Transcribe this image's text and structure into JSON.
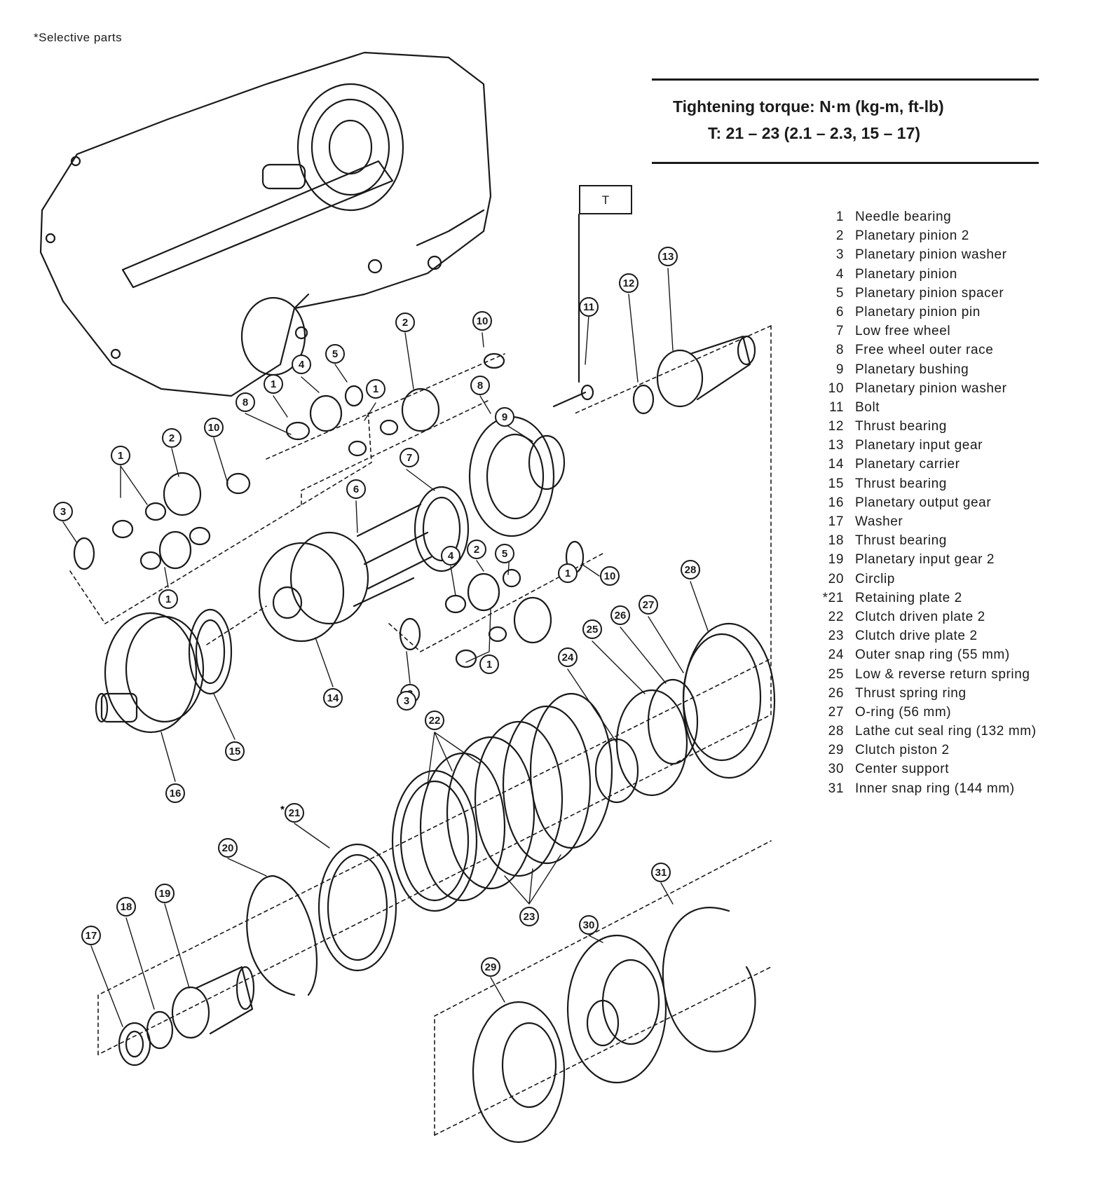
{
  "header": {
    "selective_note": "*Selective parts"
  },
  "torque_box": {
    "line1": "Tightening  torque:  N·m (kg-m, ft-lb)",
    "line2": "T:   21 – 23 (2.1 – 2.3, 15 – 17)"
  },
  "t_label": "T",
  "legend": [
    {
      "num": "1",
      "name": "Needle bearing"
    },
    {
      "num": "2",
      "name": "Planetary pinion 2"
    },
    {
      "num": "3",
      "name": "Planetary pinion washer"
    },
    {
      "num": "4",
      "name": "Planetary pinion"
    },
    {
      "num": "5",
      "name": "Planetary pinion spacer"
    },
    {
      "num": "6",
      "name": "Planetary pinion pin"
    },
    {
      "num": "7",
      "name": "Low free wheel"
    },
    {
      "num": "8",
      "name": "Free wheel outer race"
    },
    {
      "num": "9",
      "name": "Planetary bushing"
    },
    {
      "num": "10",
      "name": "Planetary pinion washer"
    },
    {
      "num": "11",
      "name": "Bolt"
    },
    {
      "num": "12",
      "name": "Thrust bearing"
    },
    {
      "num": "13",
      "name": "Planetary input gear"
    },
    {
      "num": "14",
      "name": "Planetary carrier"
    },
    {
      "num": "15",
      "name": "Thrust bearing"
    },
    {
      "num": "16",
      "name": "Planetary output gear"
    },
    {
      "num": "17",
      "name": "Washer"
    },
    {
      "num": "18",
      "name": "Thrust bearing"
    },
    {
      "num": "19",
      "name": "Planetary input gear 2"
    },
    {
      "num": "20",
      "name": "Circlip"
    },
    {
      "num": "*21",
      "name": "Retaining plate 2"
    },
    {
      "num": "22",
      "name": "Clutch driven plate 2"
    },
    {
      "num": "23",
      "name": "Clutch drive plate 2"
    },
    {
      "num": "24",
      "name": "Outer snap ring (55 mm)"
    },
    {
      "num": "25",
      "name": "Low & reverse return spring"
    },
    {
      "num": "26",
      "name": "Thrust spring ring"
    },
    {
      "num": "27",
      "name": "O-ring (56 mm)"
    },
    {
      "num": "28",
      "name": "Lathe cut seal ring (132 mm)"
    },
    {
      "num": "29",
      "name": "Clutch piston 2"
    },
    {
      "num": "30",
      "name": "Center support"
    },
    {
      "num": "31",
      "name": "Inner snap ring (144 mm)"
    }
  ],
  "callouts": [
    "1",
    "1",
    "1",
    "1",
    "1",
    "1",
    "2",
    "2",
    "2",
    "3",
    "3",
    "3",
    "4",
    "4",
    "5",
    "5",
    "6",
    "7",
    "8",
    "8",
    "9",
    "10",
    "10",
    "10",
    "11",
    "12",
    "13",
    "14",
    "15",
    "16",
    "17",
    "18",
    "19",
    "20",
    "21",
    "22",
    "23",
    "24",
    "25",
    "26",
    "27",
    "28",
    "29",
    "30",
    "31"
  ],
  "asterisk": "*"
}
